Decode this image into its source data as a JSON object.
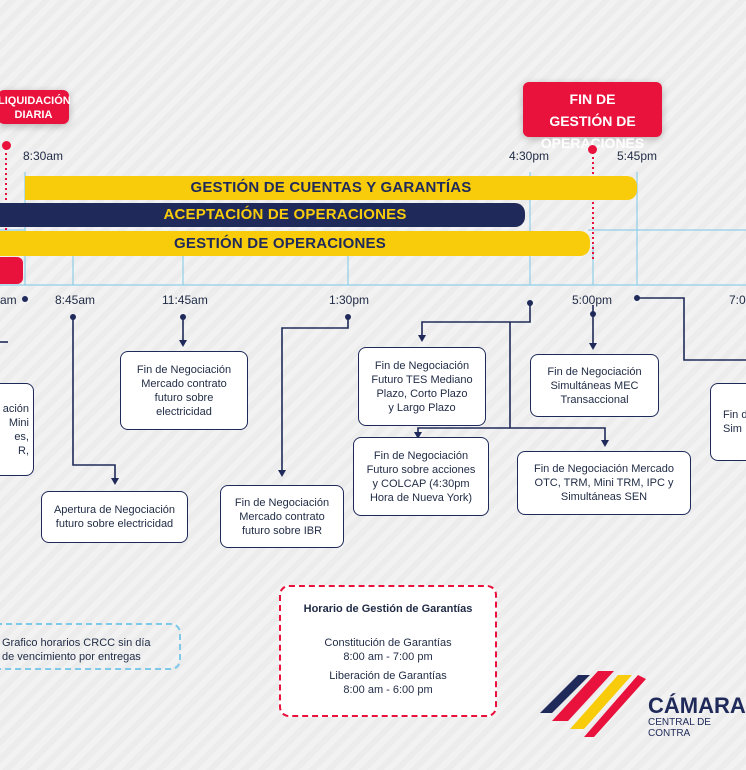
{
  "tags": {
    "liquidacion": "Liquidación Diaria",
    "fin_gestion": "Fin de gestión de operaciones"
  },
  "times_top": {
    "t830": "8:30am",
    "t430": "4:30pm",
    "t545": "5:45pm"
  },
  "bars": {
    "gestion_cuentas": "Gestión de cuentas y garantías",
    "aceptacion": "Aceptación de operaciones",
    "gestion_operaciones": "Gestión de operaciones"
  },
  "times_bottom": {
    "t800": "am",
    "t845": "8:45am",
    "t1145": "11:45am",
    "t130": "1:30pm",
    "t500": "5:00pm",
    "t700": "7:0"
  },
  "boxes": {
    "left_partial": "ación\nMini\nes,\nR,",
    "apertura_electricidad": "Apertura de Negociación\nfuturo sobre electricidad",
    "fin_electricidad": "Fin de Negociación\nMercado contrato\nfuturo sobre\nelectricidad",
    "fin_ibr": "Fin de Negociación\nMercado contrato\nfuturo sobre IBR",
    "fin_tes": "Fin de Negociación\nFuturo TES Mediano\nPlazo, Corto Plazo\ny Largo Plazo",
    "fin_acciones": "Fin de Negociación\nFuturo sobre acciones\ny COLCAP (4:30pm\nHora de Nueva York)",
    "fin_mec": "Fin de Negociación\nSimultáneas MEC\nTransaccional",
    "fin_otc": "Fin de Negociación Mercado\nOTC, TRM, Mini TRM, IPC y\nSimultáneas SEN",
    "right_partial": "Fin d\nSim"
  },
  "legend": "Grafico horarios CRCC sin día\nde vencimiento por entregas",
  "horario": {
    "title": "Horario de Gestión de Garantías",
    "constitucion": "Constitución de Garantías",
    "constitucion_time": "8:00 am - 7:00 pm",
    "liberacion": "Liberación de Garantías",
    "liberacion_time": "8:00 am - 6:00 pm"
  },
  "logo": {
    "name": "CÁMARA",
    "subtitle": "CENTRAL DE CONTRA"
  },
  "colors": {
    "yellow": "#f9cc0b",
    "navy": "#1f2a5a",
    "red": "#e8123c",
    "lightblue": "#7ec8e8"
  }
}
